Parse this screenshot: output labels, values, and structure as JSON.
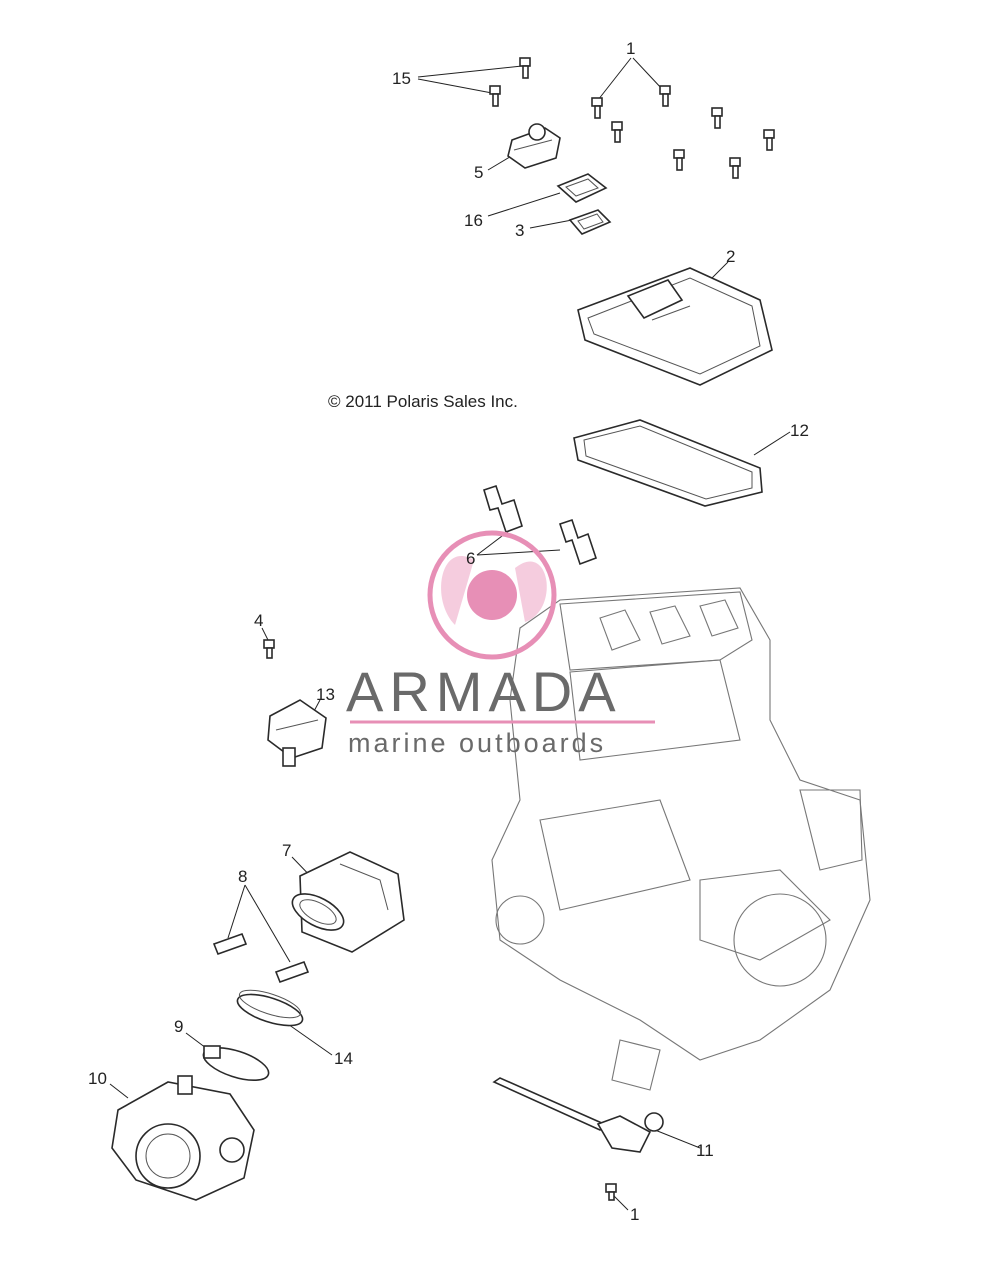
{
  "copyright": "© 2011 Polaris Sales Inc.",
  "watermark": {
    "brand": "ARMADA",
    "subtitle": "marine outboards",
    "colors": {
      "pink": "#e78fb6",
      "pink_light": "#f2bfd6",
      "gray": "#6a6a6a"
    }
  },
  "callouts": [
    {
      "id": "c1-top",
      "label": "1"
    },
    {
      "id": "c15",
      "label": "15"
    },
    {
      "id": "c5",
      "label": "5"
    },
    {
      "id": "c16",
      "label": "16"
    },
    {
      "id": "c3",
      "label": "3"
    },
    {
      "id": "c2",
      "label": "2"
    },
    {
      "id": "c12",
      "label": "12"
    },
    {
      "id": "c6",
      "label": "6"
    },
    {
      "id": "c4",
      "label": "4"
    },
    {
      "id": "c13",
      "label": "13"
    },
    {
      "id": "c7",
      "label": "7"
    },
    {
      "id": "c8",
      "label": "8"
    },
    {
      "id": "c9",
      "label": "9"
    },
    {
      "id": "c14",
      "label": "14"
    },
    {
      "id": "c10",
      "label": "10"
    },
    {
      "id": "c11",
      "label": "11"
    },
    {
      "id": "c1-bottom",
      "label": "1"
    }
  ]
}
